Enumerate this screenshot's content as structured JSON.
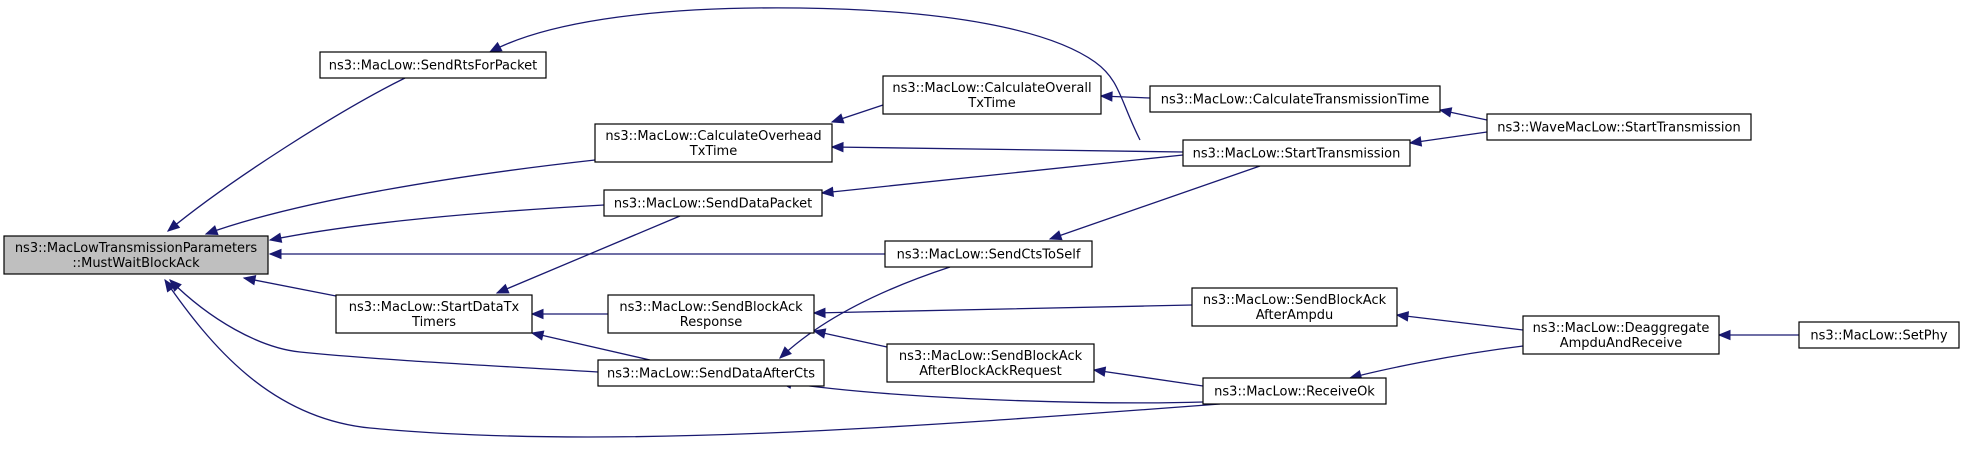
{
  "graph": {
    "nodes": {
      "root": [
        "ns3::MacLowTransmissionParameters",
        "::MustWaitBlockAck"
      ],
      "sendRts": [
        "ns3::MacLow::SendRtsForPacket"
      ],
      "calcOverhead": [
        "ns3::MacLow::CalculateOverhead",
        "TxTime"
      ],
      "sendDataPacket": [
        "ns3::MacLow::SendDataPacket"
      ],
      "startDataTx": [
        "ns3::MacLow::StartDataTx",
        "Timers"
      ],
      "sendDataAfterCts": [
        "ns3::MacLow::SendDataAfterCts"
      ],
      "sendBlockAckResp": [
        "ns3::MacLow::SendBlockAck",
        "Response"
      ],
      "calcOverall": [
        "ns3::MacLow::CalculateOverall",
        "TxTime"
      ],
      "sendCtsToSelf": [
        "ns3::MacLow::SendCtsToSelf"
      ],
      "sendBlockAckAfterReq": [
        "ns3::MacLow::SendBlockAck",
        "AfterBlockAckRequest"
      ],
      "calcTransTime": [
        "ns3::MacLow::CalculateTransmissionTime"
      ],
      "startTransmission": [
        "ns3::MacLow::StartTransmission"
      ],
      "sendBlockAckAfterAmpdu": [
        "ns3::MacLow::SendBlockAck",
        "AfterAmpdu"
      ],
      "receiveOk": [
        "ns3::MacLow::ReceiveOk"
      ],
      "waveStartTx": [
        "ns3::WaveMacLow::StartTransmission"
      ],
      "deaggregate": [
        "ns3::MacLow::Deaggregate",
        "AmpduAndReceive"
      ],
      "setPhy": [
        "ns3::MacLow::SetPhy"
      ]
    }
  }
}
